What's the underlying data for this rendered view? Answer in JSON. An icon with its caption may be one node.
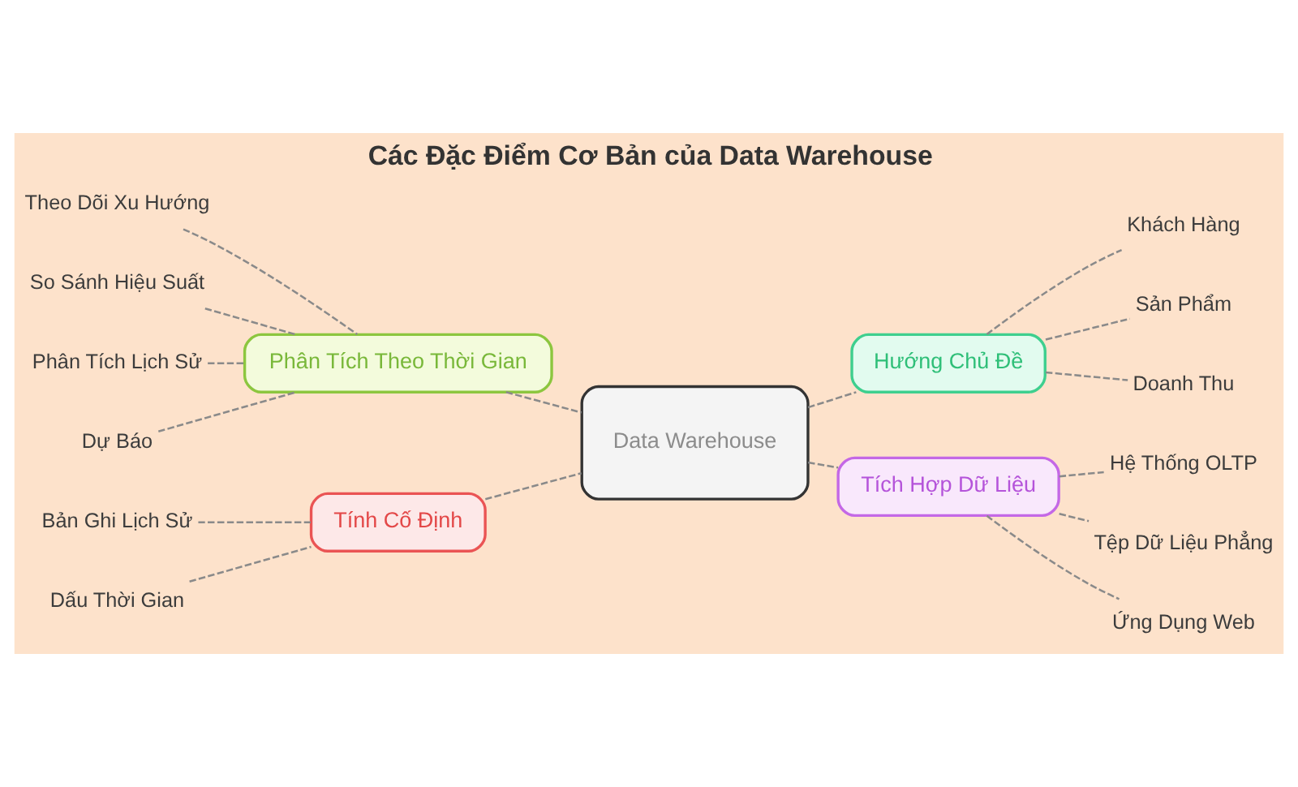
{
  "diagram": {
    "title": "Các Đặc Điểm Cơ Bản của Data Warehouse",
    "nodes": [
      {
        "text": [
          "Data Warehouse"
        ]
      },
      {
        "text": [
          "Phân Tích Theo Thời Gian"
        ]
      },
      {
        "text": [
          "Theo Dõi Xu Hướng"
        ]
      },
      {
        "text": [
          "So Sánh Hiệu Suất"
        ]
      },
      {
        "text": [
          "Phân Tích Lịch Sử"
        ]
      },
      {
        "text": [
          "Dự Báo"
        ]
      },
      {
        "text": [
          "Hướng Chủ Đề"
        ]
      },
      {
        "text": [
          "Khách Hàng"
        ]
      },
      {
        "text": [
          "Sản Phẩm"
        ]
      },
      {
        "text": [
          "Doanh Thu"
        ]
      },
      {
        "text": [
          "Tích Hợp Dữ Liệu"
        ]
      },
      {
        "text": [
          "Hệ Thống OLTP"
        ]
      },
      {
        "text": [
          "Tệp Dữ Liệu Phẳng"
        ]
      },
      {
        "text": [
          "Ứng Dụng Web"
        ]
      },
      {
        "text": [
          "Tính Cố Định"
        ]
      },
      {
        "text": [
          "Bản Ghi Lịch Sử"
        ]
      },
      {
        "text": [
          "Dấu Thời Gian"
        ]
      }
    ],
    "edges": [
      {
        "from": 2,
        "to": 1,
        "arrow": "none",
        "style": "dashed"
      },
      {
        "from": 3,
        "to": 1,
        "arrow": "none",
        "style": "dashed"
      },
      {
        "from": 4,
        "to": 1,
        "arrow": "none",
        "style": "dashed"
      },
      {
        "from": 5,
        "to": 1,
        "arrow": "none",
        "style": "dashed"
      },
      {
        "from": 15,
        "to": 14,
        "arrow": "none",
        "style": "dashed"
      },
      {
        "from": 16,
        "to": 14,
        "arrow": "none",
        "style": "dashed"
      },
      {
        "from": 1,
        "to": 0,
        "arrow": "none",
        "style": "dashed"
      },
      {
        "from": 14,
        "to": 0,
        "arrow": "none",
        "style": "dashed"
      },
      {
        "from": 0,
        "to": 6,
        "arrow": "none",
        "style": "dashed"
      },
      {
        "from": 0,
        "to": 10,
        "arrow": "none",
        "style": "dashed"
      },
      {
        "from": 6,
        "to": 7,
        "arrow": "none",
        "style": "dashed"
      },
      {
        "from": 6,
        "to": 8,
        "arrow": "none",
        "style": "dashed"
      },
      {
        "from": 6,
        "to": 9,
        "arrow": "none",
        "style": "dashed"
      },
      {
        "from": 10,
        "to": 11,
        "arrow": "none",
        "style": "dashed"
      },
      {
        "from": 10,
        "to": 12,
        "arrow": "none",
        "style": "dashed"
      },
      {
        "from": 10,
        "to": 13,
        "arrow": "none",
        "style": "dashed"
      }
    ]
  }
}
